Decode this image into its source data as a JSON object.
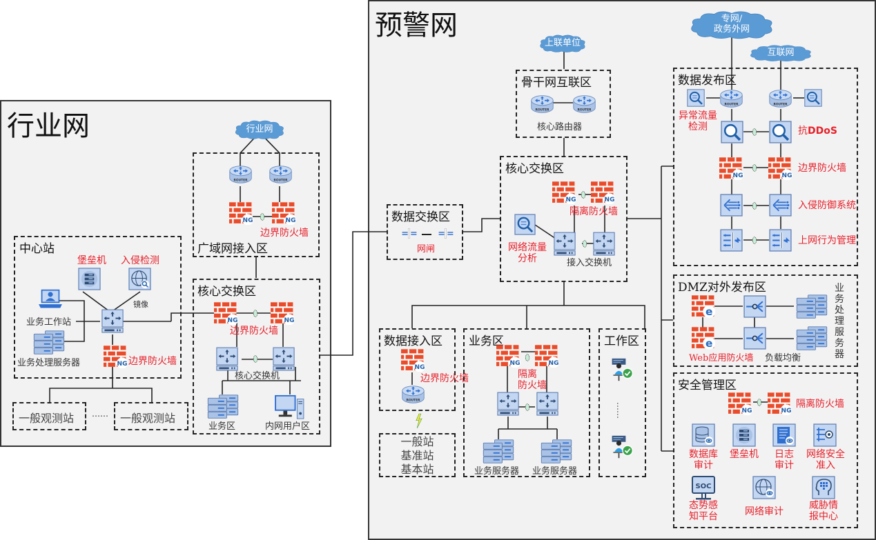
{
  "networks": {
    "industry": {
      "title": "行业网"
    },
    "warning": {
      "title": "预警网"
    }
  },
  "clouds": {
    "industry_net": "行业网",
    "upper_unit": "上联单位",
    "private_net_line1": "专网/",
    "private_net_line2": "政务外网",
    "internet": "互联网"
  },
  "industry_zones": {
    "wan_access": {
      "title": "广域网接入区",
      "firewall_label": "边界防火墙"
    },
    "core_switch": {
      "title": "核心交换区",
      "firewall_label": "边界防火墙",
      "switch_label": "核心交换机",
      "business_label": "业务区",
      "intranet_label": "内网用户区"
    },
    "center_station": {
      "title": "中心站",
      "bastion_label": "堡垒机",
      "ids_label": "入侵检测",
      "mirror_label": "镜像",
      "workstation_label": "业务工作站",
      "server_label": "业务处理服务器",
      "firewall_label": "边界防火墙"
    },
    "stations": [
      {
        "label": "一般观测站"
      },
      {
        "label": "一般观测站"
      }
    ],
    "ellipsis": "……"
  },
  "warning_zones": {
    "backbone": {
      "title": "骨干网互联区",
      "router_label": "核心路由器"
    },
    "core_switch": {
      "title": "核心交换区",
      "firewall_label": "隔离防火墙",
      "traffic_label_line1": "网络流量",
      "traffic_label_line2": "分析",
      "switch_label": "接入交换机"
    },
    "data_exchange": {
      "title": "数据交换区",
      "gateway_label": "网闸"
    },
    "data_access": {
      "title": "数据接入区",
      "firewall_label": "边界防火墙"
    },
    "stations_box": {
      "lines": [
        "一般站",
        "基准站",
        "基本站"
      ]
    },
    "business": {
      "title": "业务区",
      "firewall_line1": "隔离",
      "firewall_line2": "防火墙",
      "server_labels": [
        "业务服务器",
        "业务服务器"
      ]
    },
    "work": {
      "title": "工作区",
      "ellipsis": "……"
    },
    "data_publish": {
      "title": "数据发布区",
      "anomaly_line1": "异常流量",
      "anomaly_line2": "检测",
      "ddos_prefix": "抗",
      "ddos_suffix": "DDoS",
      "firewall_label": "边界防火墙",
      "ips_label": "入侵防御系统",
      "behavior_label": "上网行为管理"
    },
    "dmz": {
      "title": "DMZ对外发布区",
      "waf_label": "Web应用防火墙",
      "lb_label": "负载均衡",
      "server_vertical": "业务处理服务器"
    },
    "security_mgmt": {
      "title": "安全管理区",
      "firewall_label": "隔离防火墙",
      "items": [
        {
          "line1": "数据库",
          "line2": "审计"
        },
        {
          "line1": "堡垒机",
          "line2": ""
        },
        {
          "line1": "日志",
          "line2": "审计"
        },
        {
          "line1": "网络安全",
          "line2": "准入"
        },
        {
          "line1": "态势感",
          "line2": "知平台"
        },
        {
          "line1": "网络审计",
          "line2": ""
        },
        {
          "line1": "威胁情",
          "line2": "报中心"
        }
      ]
    }
  },
  "icon_text": {
    "router": "ROUTER",
    "ng": "NG",
    "soc": "SOC"
  },
  "colors": {
    "firewall": "#e84c2b",
    "device_blue": "#c3d6f2",
    "device_border": "#5b7bb0",
    "cloud": "#5b9bd5",
    "label_red": "#e8202a"
  }
}
